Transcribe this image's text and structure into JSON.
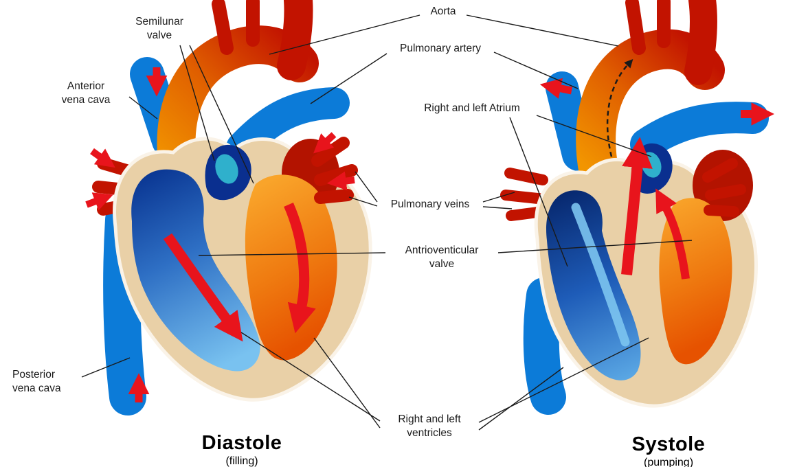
{
  "diagram": {
    "background": "#ffffff",
    "phases": {
      "diastole": {
        "title": "Diastole",
        "subtitle": "(filling)"
      },
      "systole": {
        "title": "Systole",
        "subtitle": "(pumping)"
      }
    },
    "labels": {
      "aorta": "Aorta",
      "pulmonary_artery": "Pulmonary artery",
      "semilunar_valve": "Semilunar\nvalve",
      "anterior_vena_cava": "Anterior\nvena cava",
      "right_left_atrium": "Right and left Atrium",
      "pulmonary_veins": "Pulmonary veins",
      "antrioventicular_valve": "Antrioventicular\nvalve",
      "posterior_vena_cava": "Posterior\nvena cava",
      "right_left_ventricles": "Right and left\nventricles"
    },
    "colors": {
      "oxygenated_red": "#c21300",
      "bright_arrow_red": "#e8141c",
      "deoxygenated_blue": "#0c7bd8",
      "chamber_dark_blue": "#083390",
      "chamber_light_blue": "#79c2f0",
      "atrium_navy": "#0a2f8f",
      "atrium_teal": "#2fb0cc",
      "ventricle_orange_light": "#f9a42a",
      "ventricle_orange_deep": "#e65200",
      "heart_wall_tan": "#e9d0a7",
      "heart_wall_outline": "#faf3e8",
      "label_text": "#1a1a1a"
    }
  }
}
